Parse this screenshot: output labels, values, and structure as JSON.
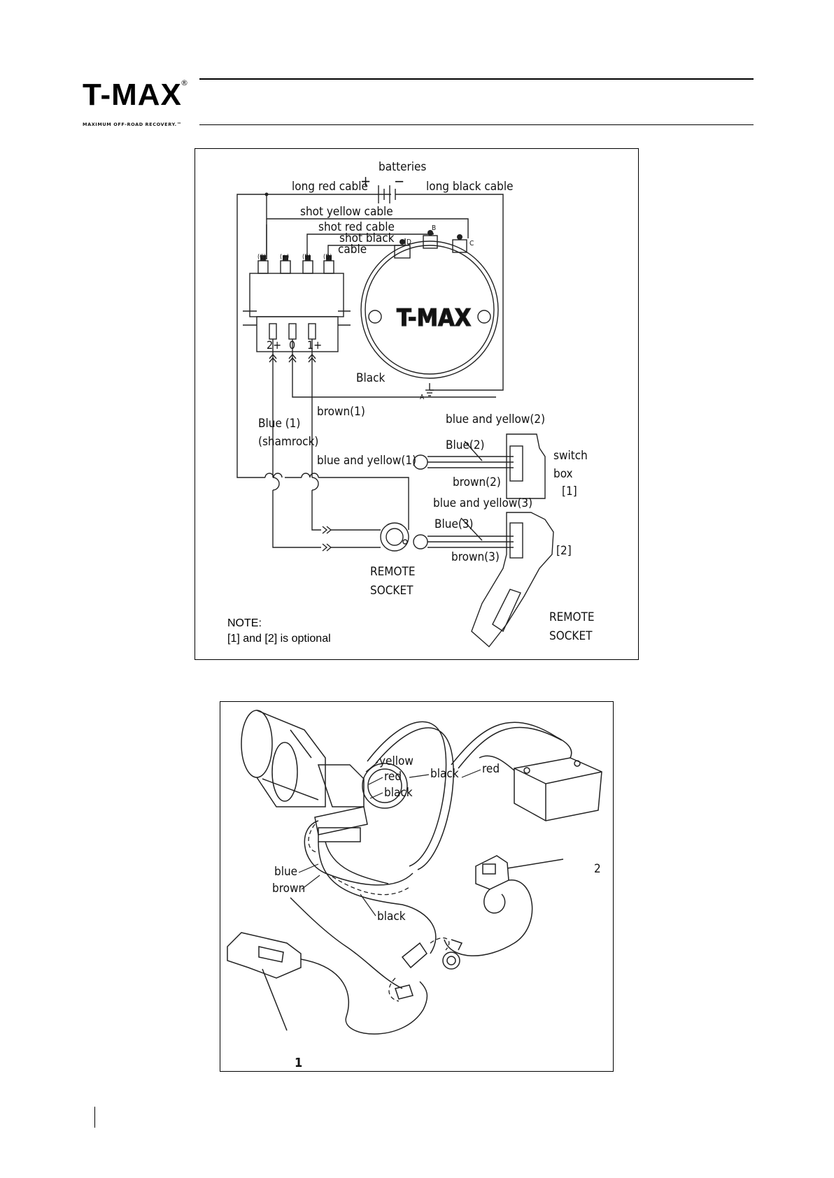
{
  "header": {
    "logo_text": "T-MAX",
    "logo_registered": "®",
    "logo_tagline": "MAXIMUM OFF-ROAD RECOVERY.™"
  },
  "wiring_diagram": {
    "batteries": "batteries",
    "plus": "+",
    "minus": "−",
    "long_red_cable": "long red cable",
    "long_black_cable": "long black cable",
    "shot_yellow_cable": "shot yellow cable",
    "shot_red_cable": "shot red cable",
    "shot_black": "shot black",
    "cable": "cable",
    "terminal_c": "(C)",
    "terminal_plus": "(+)",
    "terminal_b": "(B)",
    "terminal_d": "(D)",
    "motor_d": "D",
    "motor_b": "B",
    "motor_c": "C",
    "motor_a": "A",
    "motor_logo": "T-MAX",
    "contact_2plus": "2+",
    "contact_0": "0",
    "contact_1plus": "1+",
    "black": "Black",
    "blue1": "Blue (1)",
    "shamrock": "(shamrock)",
    "brown1": "brown(1)",
    "blue_yellow1": "blue and yellow(1)",
    "blue_yellow2": "blue and yellow(2)",
    "blue2": "Blue(2)",
    "brown2": "brown(2)",
    "switch": "switch",
    "box": "box",
    "ref1": "[1]",
    "blue_yellow3": "blue and yellow(3)",
    "blue3": "Blue(3)",
    "brown3": "brown(3)",
    "ref2": "[2]",
    "remote": "REMOTE",
    "socket": "SOCKET",
    "remote_r": "REMOTE",
    "socket_r": "SOCKET",
    "note_title": "NOTE:",
    "note_text": "[1] and [2] is optional"
  },
  "install_diagram": {
    "yellow": "yellow",
    "red": "red",
    "black_top": "black",
    "black_mid": "black",
    "red_right": "red",
    "blue": "blue",
    "brown": "brown",
    "black_bottom": "black",
    "callout_2": "2",
    "callout_1": "1"
  }
}
